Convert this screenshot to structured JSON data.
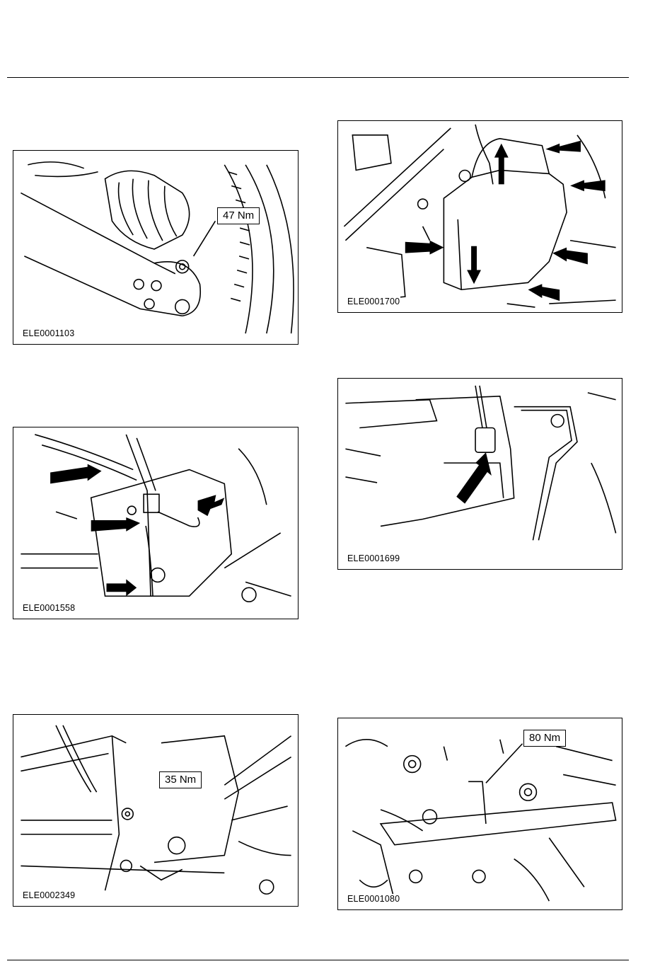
{
  "figures": [
    {
      "code": "ELE0001103",
      "torque": "47 Nm"
    },
    {
      "code": "ELE0001700"
    },
    {
      "code": "ELE0001558"
    },
    {
      "code": "ELE0001699"
    },
    {
      "code": "ELE0002349",
      "torque": "35 Nm"
    },
    {
      "code": "ELE0001080",
      "torque": "80 Nm"
    }
  ]
}
